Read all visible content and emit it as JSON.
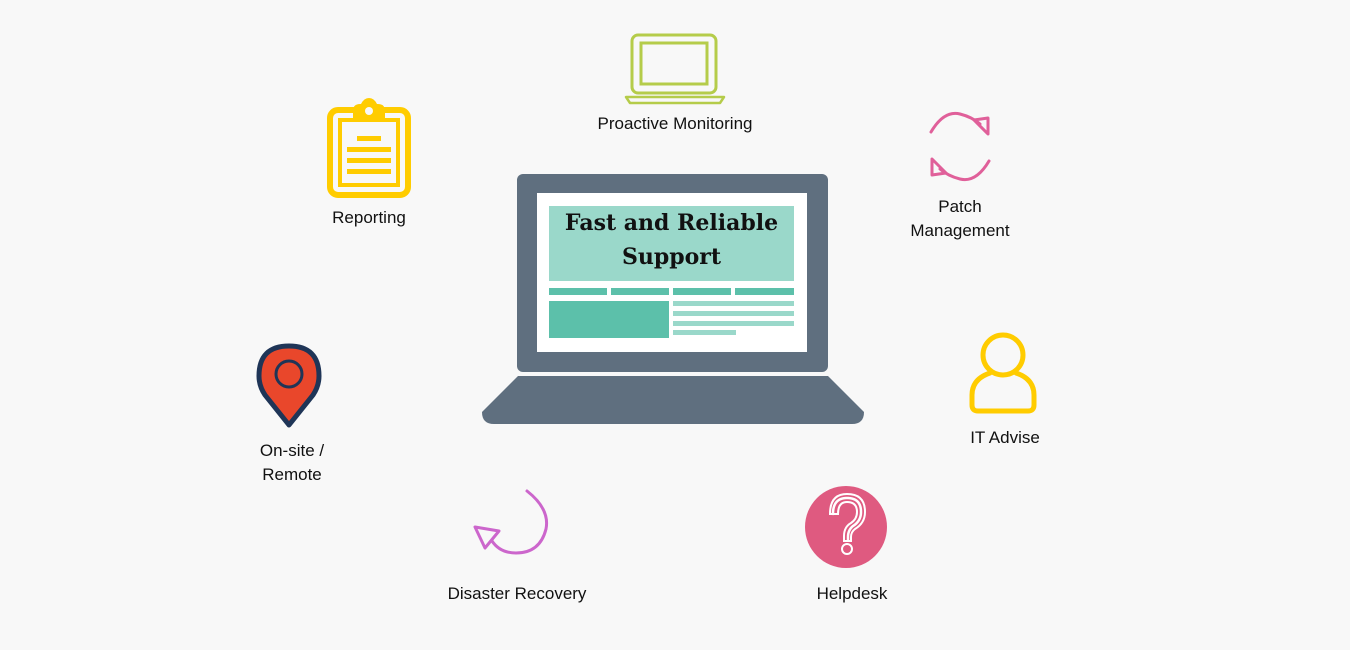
{
  "center": {
    "title_line1": "Fast and Reliable",
    "title_line2": "Support"
  },
  "services": [
    {
      "label": "Proactive Monitoring",
      "icon": "laptop-outline-icon",
      "color": "#b5cc4a"
    },
    {
      "label": "Reporting",
      "icon": "clipboard-icon",
      "color": "#ffcc00"
    },
    {
      "label_line1": "Patch",
      "label_line2": "Management",
      "icon": "refresh-arrows-icon",
      "color": "#e0609a"
    },
    {
      "label_line1": "On-site /",
      "label_line2": "Remote",
      "icon": "map-pin-icon",
      "color": "#e9472b",
      "outline": "#1f3557"
    },
    {
      "label": "IT Advise",
      "icon": "user-icon",
      "color": "#ffcc00"
    },
    {
      "label": "Disaster Recovery",
      "icon": "circular-arrow-icon",
      "color": "#cc66cc"
    },
    {
      "label": "Helpdesk",
      "icon": "question-circle-icon",
      "color": "#df5a80"
    }
  ],
  "colors": {
    "laptop_body": "#5f6f7f",
    "screen_teal_light": "#9ad8ca",
    "screen_teal_dark": "#5cc0aa"
  }
}
